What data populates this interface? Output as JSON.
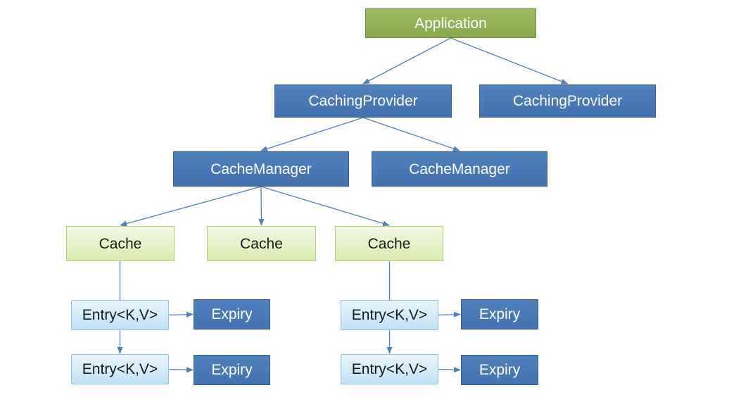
{
  "colors": {
    "application_fill": "#9BBB59",
    "provider_fill": "#4F81BD",
    "cache_fill": "#EAF3D0",
    "entry_fill": "#DCEFFA",
    "connector": "#4F81BD"
  },
  "nodes": {
    "application": "Application",
    "caching_provider_1": "CachingProvider",
    "caching_provider_2": "CachingProvider",
    "cache_manager_1": "CacheManager",
    "cache_manager_2": "CacheManager",
    "cache_1": "Cache",
    "cache_2": "Cache",
    "cache_3": "Cache",
    "entry_1": "Entry<K,V>",
    "entry_2": "Entry<K,V>",
    "entry_3": "Entry<K,V>",
    "entry_4": "Entry<K,V>",
    "expiry_1": "Expiry",
    "expiry_2": "Expiry",
    "expiry_3": "Expiry",
    "expiry_4": "Expiry"
  },
  "edges": [
    {
      "from": "application",
      "to": "caching_provider_1"
    },
    {
      "from": "application",
      "to": "caching_provider_2"
    },
    {
      "from": "caching_provider_1",
      "to": "cache_manager_1"
    },
    {
      "from": "caching_provider_1",
      "to": "cache_manager_2"
    },
    {
      "from": "cache_manager_1",
      "to": "cache_1"
    },
    {
      "from": "cache_manager_1",
      "to": "cache_2"
    },
    {
      "from": "cache_manager_1",
      "to": "cache_3"
    },
    {
      "from": "cache_1",
      "to": "entry_1"
    },
    {
      "from": "entry_1",
      "to": "entry_2"
    },
    {
      "from": "entry_1",
      "to": "expiry_1"
    },
    {
      "from": "entry_2",
      "to": "expiry_2"
    },
    {
      "from": "cache_3",
      "to": "entry_3"
    },
    {
      "from": "entry_3",
      "to": "entry_4"
    },
    {
      "from": "entry_3",
      "to": "expiry_3"
    },
    {
      "from": "entry_4",
      "to": "expiry_4"
    }
  ]
}
